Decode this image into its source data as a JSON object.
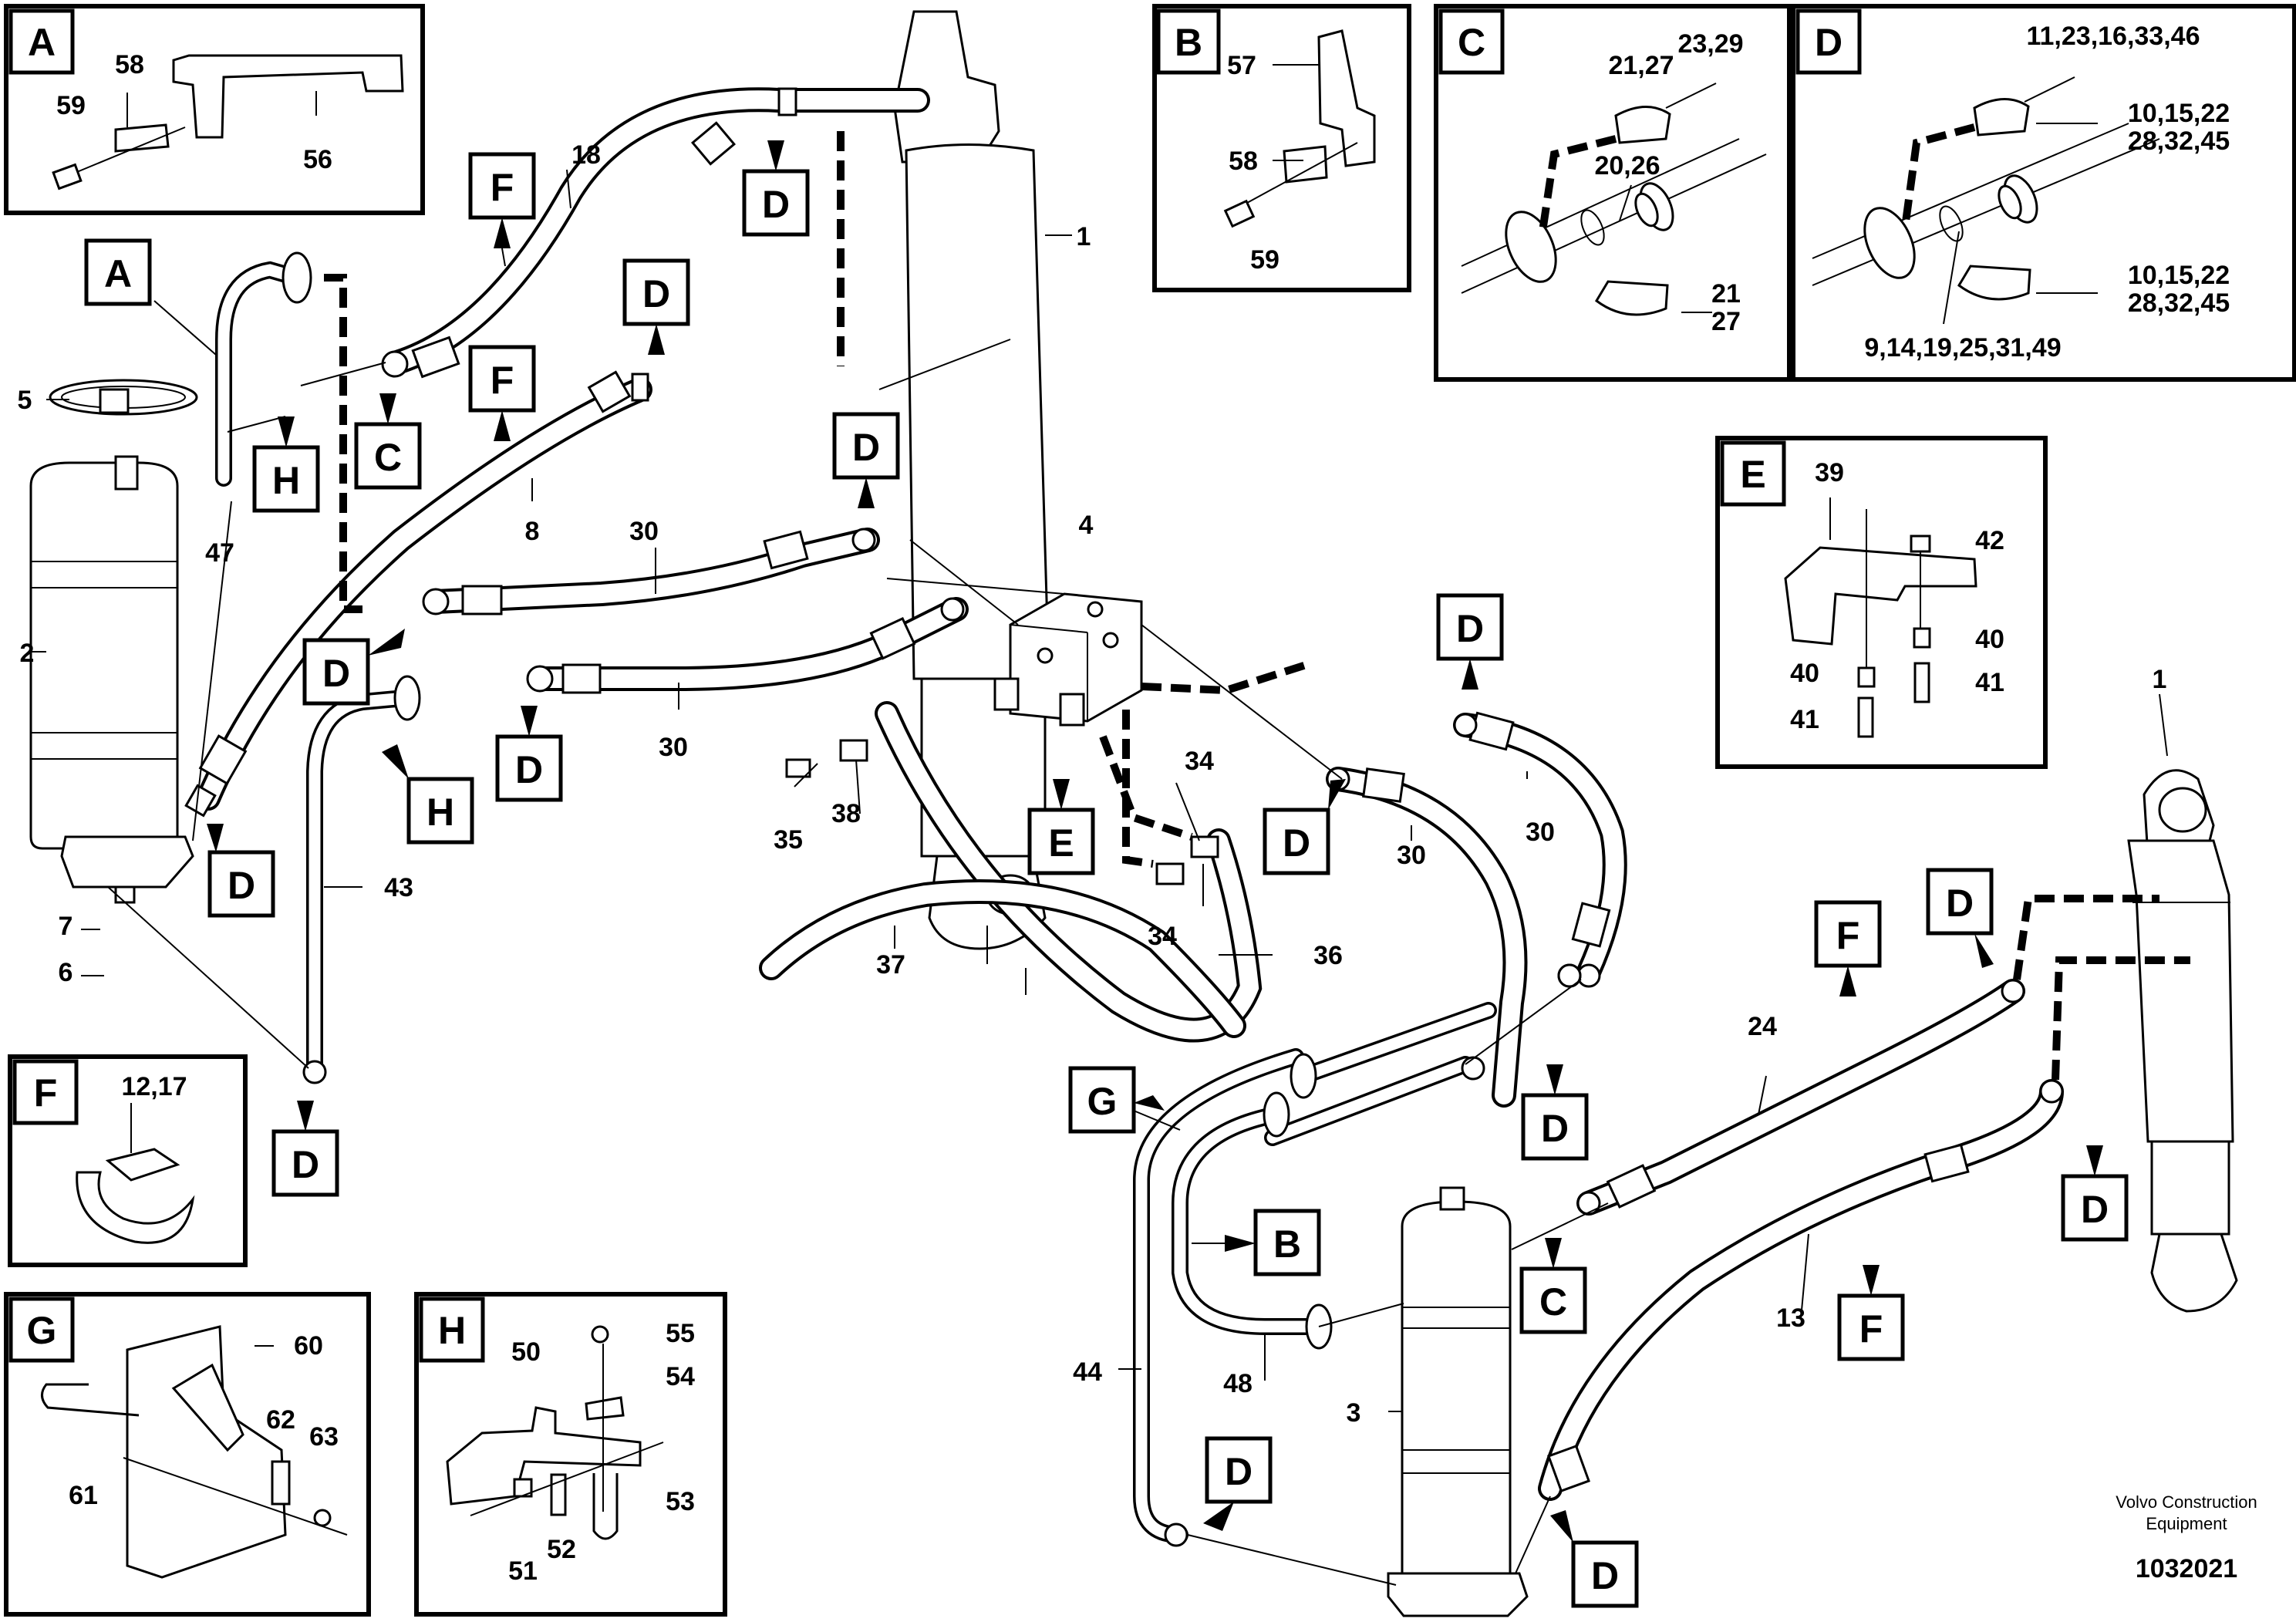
{
  "callout_numbers": [
    "1",
    "2",
    "3",
    "4",
    "5",
    "6",
    "7",
    "8",
    "13",
    "18",
    "24",
    "30",
    "34",
    "35",
    "36",
    "37",
    "38",
    "43",
    "44",
    "47",
    "48"
  ],
  "view_letters": [
    "A",
    "B",
    "C",
    "D",
    "E",
    "F",
    "G",
    "H"
  ],
  "detail_labels": {
    "A": [
      "58",
      "59",
      "56"
    ],
    "B": [
      "57",
      "58",
      "59"
    ],
    "C": [
      "21,27",
      "23,29",
      "20,26",
      "21",
      "27"
    ],
    "D": [
      "11,23,16,33,46",
      "10,15,22",
      "28,32,45",
      "10,15,22",
      "28,32,45",
      "9,14,19,25,31,49"
    ],
    "E": [
      "39",
      "42",
      "40",
      "40",
      "41",
      "41"
    ],
    "F": [
      "12,17"
    ],
    "G": [
      "60",
      "62",
      "63",
      "61"
    ],
    "H": [
      "50",
      "55",
      "54",
      "53",
      "51",
      "52"
    ]
  },
  "brand": "Volvo Construction",
  "brand_line2": "Equipment",
  "drawing_number": "1032021"
}
